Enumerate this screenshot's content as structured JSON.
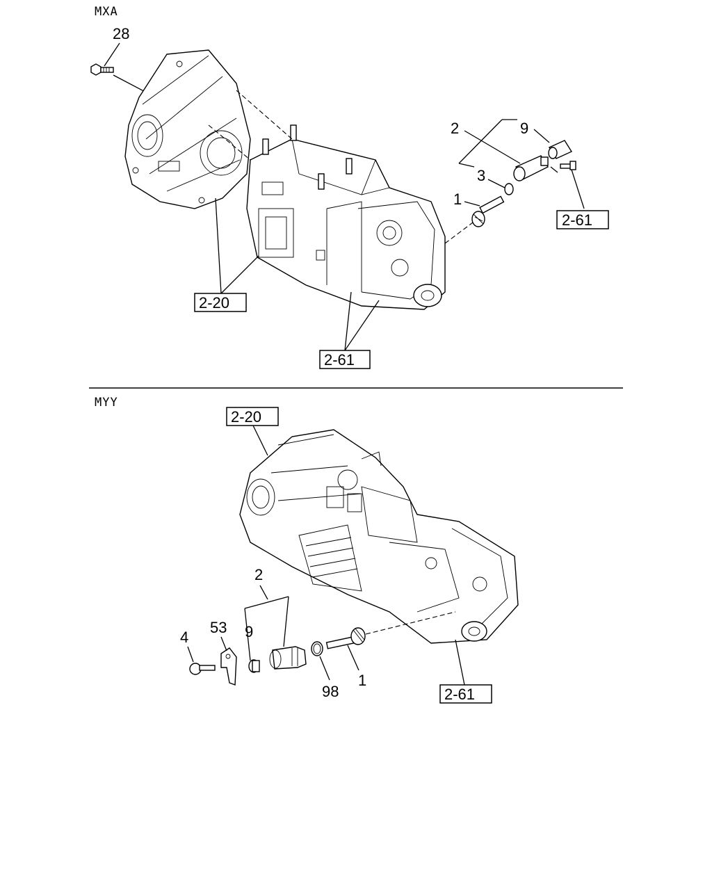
{
  "sections": {
    "top": {
      "code": "MXA"
    },
    "bottom": {
      "code": "MYY"
    }
  },
  "top_labels": {
    "bolt": "28",
    "sensor_assy": "2",
    "bushing": "9",
    "oring": "3",
    "driven_gear": "1"
  },
  "top_refs": {
    "housing": "2-20",
    "case": "2-61",
    "bolt_ref": "2-61"
  },
  "bottom_labels": {
    "sensor_assy": "2",
    "bushing": "9",
    "plate": "53",
    "bolt": "4",
    "oring": "98",
    "driven_gear": "1"
  },
  "bottom_refs": {
    "housing": "2-20",
    "case": "2-61"
  }
}
